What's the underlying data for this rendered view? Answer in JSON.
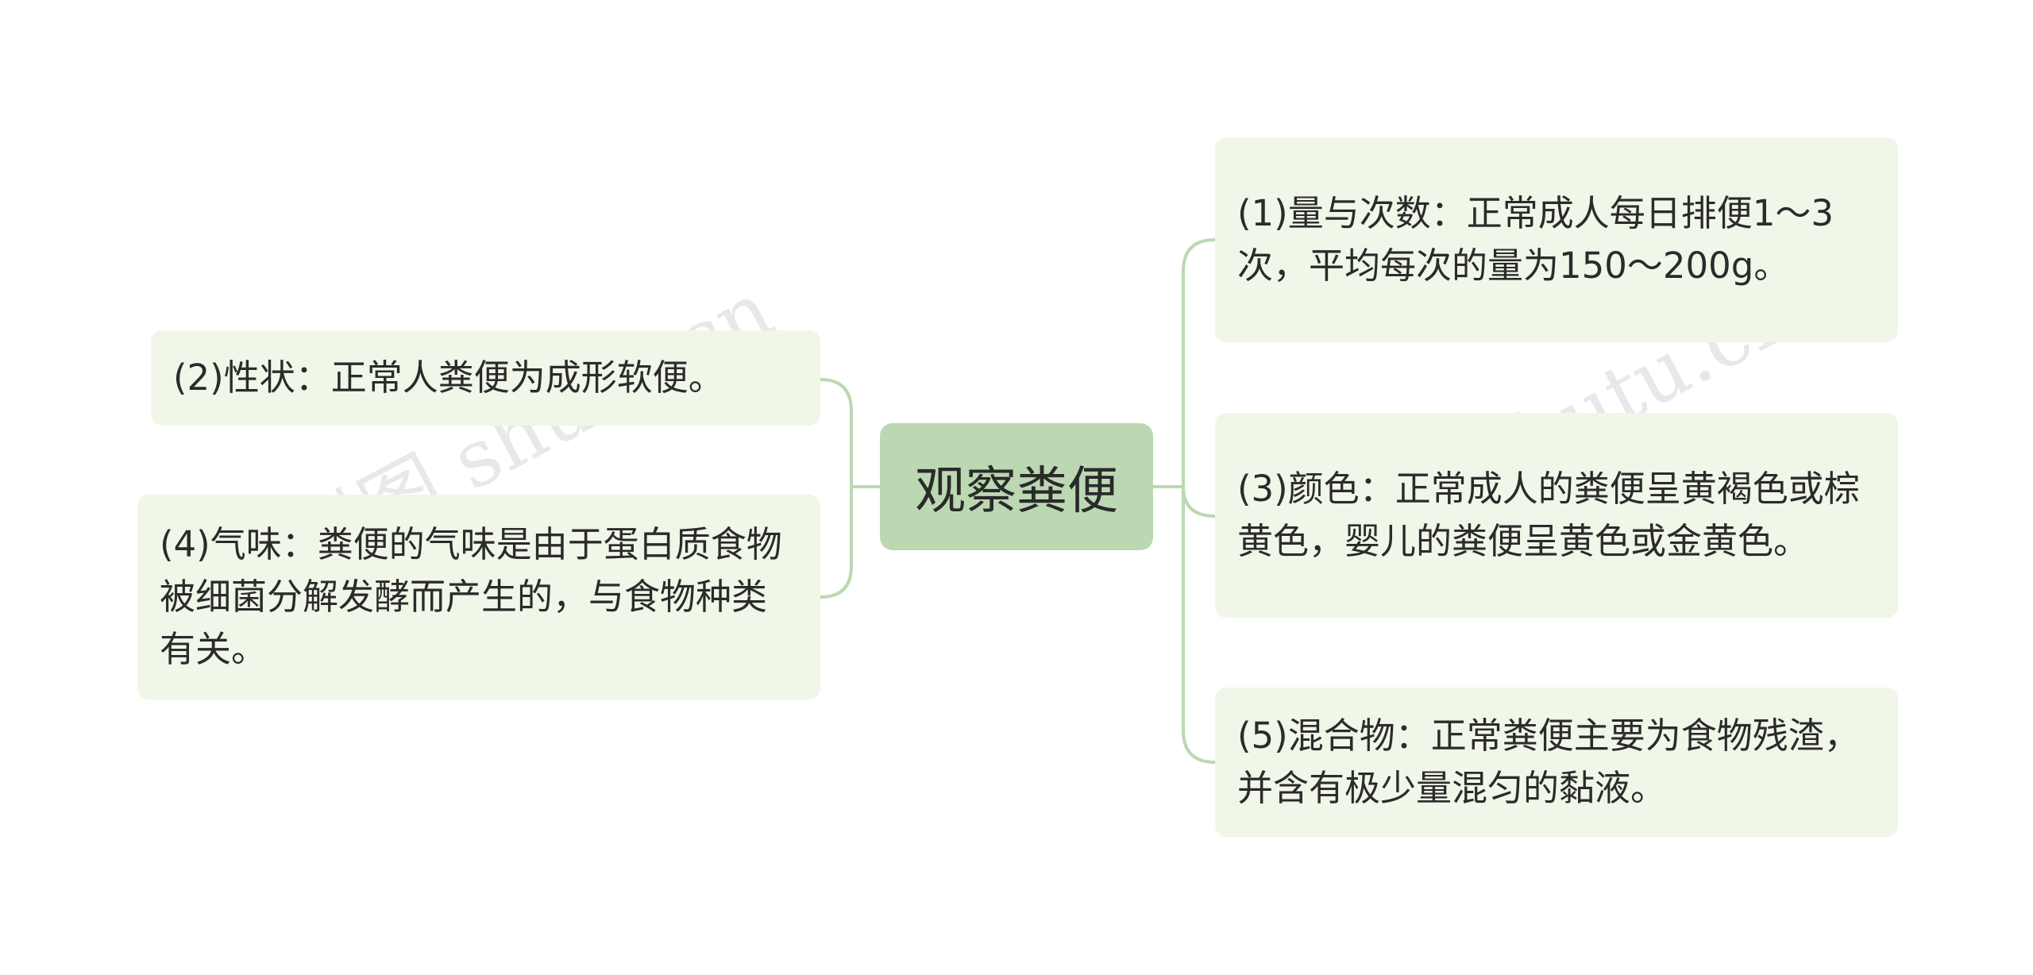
{
  "center": {
    "label": "观察粪便"
  },
  "branches": {
    "right": [
      {
        "label": "(1)量与次数：正常成人每日排便1～3次，平均每次的量为150～200g。"
      },
      {
        "label": "(3)颜色：正常成人的粪便呈黄褐色或棕黄色，婴儿的粪便呈黄色或金黄色。"
      },
      {
        "label": "(5)混合物：正常粪便主要为食物残渣，并含有极少量混匀的黏液。"
      }
    ],
    "left": [
      {
        "label": "(2)性状：正常人粪便为成形软便。"
      },
      {
        "label": "(4)气味：粪便的气味是由于蛋白质食物被细菌分解发酵而产生的，与食物种类有关。"
      }
    ]
  },
  "watermark": {
    "text": "树图 shutu.cn"
  },
  "colors": {
    "center_bg": "#bcd8b2",
    "node_bg": "#f0f6e8",
    "connector": "#bcd8b2",
    "text": "#2b2b2b"
  }
}
